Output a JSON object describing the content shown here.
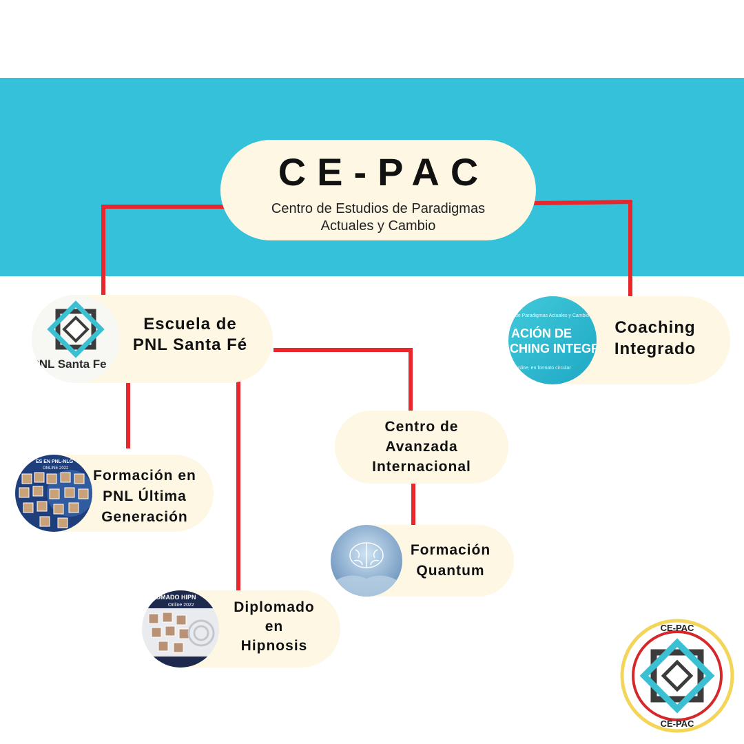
{
  "diagram": {
    "title": "CE-PAC",
    "subtitle_line1": "Centro de Estudios de Paradigmas",
    "subtitle_line2": "Actuales y Cambio",
    "nodes": {
      "escuela": {
        "line1": "Escuela de",
        "line2": "PNL Santa Fé",
        "logo_text": "PNL Santa Fe"
      },
      "coaching": {
        "line1": "Coaching",
        "line2": "Integrado",
        "image_text": {
          "top": "de Paradigmas Actuales y Cambio",
          "mid1": "ACIÓN DE",
          "mid2": "CHING INTEGR",
          "bottom": "nline, en formato circular"
        }
      },
      "centro": {
        "line1": "Centro de",
        "line2": "Avanzada",
        "line3": "Internacional"
      },
      "formacion_pnl": {
        "line1": "Formación en",
        "line2": "PNL Última",
        "line3": "Generación",
        "image_text": {
          "top": "ES EN PNL-NLG",
          "sub": "ONLINE 2022"
        }
      },
      "diplomado": {
        "line1": "Diplomado",
        "line2": "en",
        "line3": "Hipnosis",
        "image_text": {
          "top": "OMADO HIPN",
          "sub": "Online 2022"
        }
      },
      "quantum": {
        "line1": "Formación",
        "line2": "Quantum"
      }
    },
    "corner_logo": {
      "top_text": "CE-PAC",
      "bottom_text": "CE-PAC"
    },
    "colors": {
      "band": "#35c1d9",
      "pill": "#fdf7e4",
      "connector": "#e8262c",
      "logo_teal": "#3bbfd3",
      "logo_dark": "#3c3c3c",
      "logo_ring_red": "#d6282a",
      "logo_ring_yellow": "#f3d55a"
    }
  }
}
